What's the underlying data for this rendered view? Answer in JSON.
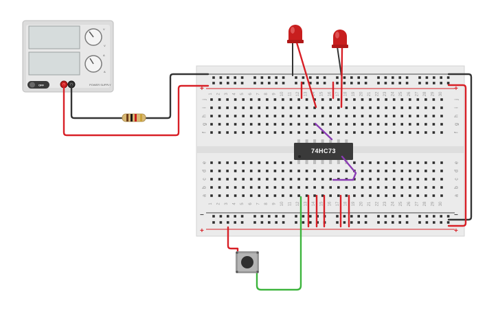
{
  "scene": {
    "background": "#ffffff",
    "breadboard_color": "#ebebeb",
    "wire_colors": {
      "red": "#d81f26",
      "black": "#333333",
      "purple": "#8a3cb4",
      "green": "#3cb43c"
    }
  },
  "power_supply": {
    "off_label": "OFF",
    "brand_label": "POWER SUPPLY",
    "voltage_knob_label": "V",
    "current_knob_label": "A",
    "voltage_unit": "V",
    "current_unit": "A"
  },
  "breadboard": {
    "column_numbers": [
      "1",
      "2",
      "3",
      "4",
      "5",
      "6",
      "7",
      "8",
      "9",
      "10",
      "11",
      "12",
      "13",
      "14",
      "15",
      "16",
      "17",
      "18",
      "19",
      "20",
      "21",
      "22",
      "23",
      "24",
      "25",
      "26",
      "27",
      "28",
      "29",
      "30"
    ],
    "top_row_letters": [
      "j",
      "i",
      "h",
      "g",
      "f"
    ],
    "bottom_row_letters": [
      "e",
      "d",
      "c",
      "b",
      "a"
    ],
    "plus_sign": "+",
    "minus_sign": "−"
  },
  "chip": {
    "label": "74HC73"
  },
  "leds": [
    {
      "name": "led-1",
      "color": "#c81e1e"
    },
    {
      "name": "led-2",
      "color": "#c81e1e"
    }
  ]
}
